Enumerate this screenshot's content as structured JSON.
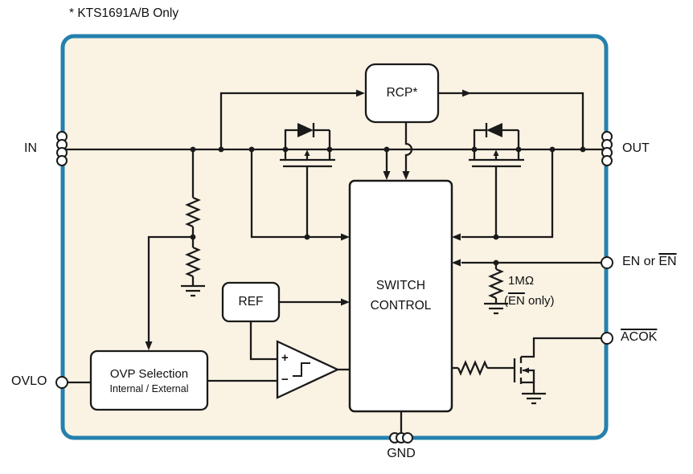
{
  "note": "* KTS1691A/B Only",
  "pins": {
    "in": "IN",
    "out": "OUT",
    "gnd": "GND",
    "ovlo": "OVLO",
    "en": {
      "prefix": "EN or ",
      "overlined": "EN"
    },
    "acok": "ACOK"
  },
  "blocks": {
    "rcp": "RCP*",
    "switch_control": "SWITCH CONTROL",
    "ref": "REF",
    "ovp_title": "OVP Selection",
    "ovp_subtitle": "Internal / External"
  },
  "comparator": {
    "plus": "+",
    "minus": "−"
  },
  "annotations": {
    "pullup_value": "1MΩ",
    "pullup_note_prefix": "(",
    "pullup_note_en": "EN",
    "pullup_note_suffix": " only)"
  },
  "colors": {
    "box_border": "#2580ad",
    "box_fill": "#faf3e4",
    "wire": "#1a1a1a",
    "block_fill": "#ffffff"
  }
}
